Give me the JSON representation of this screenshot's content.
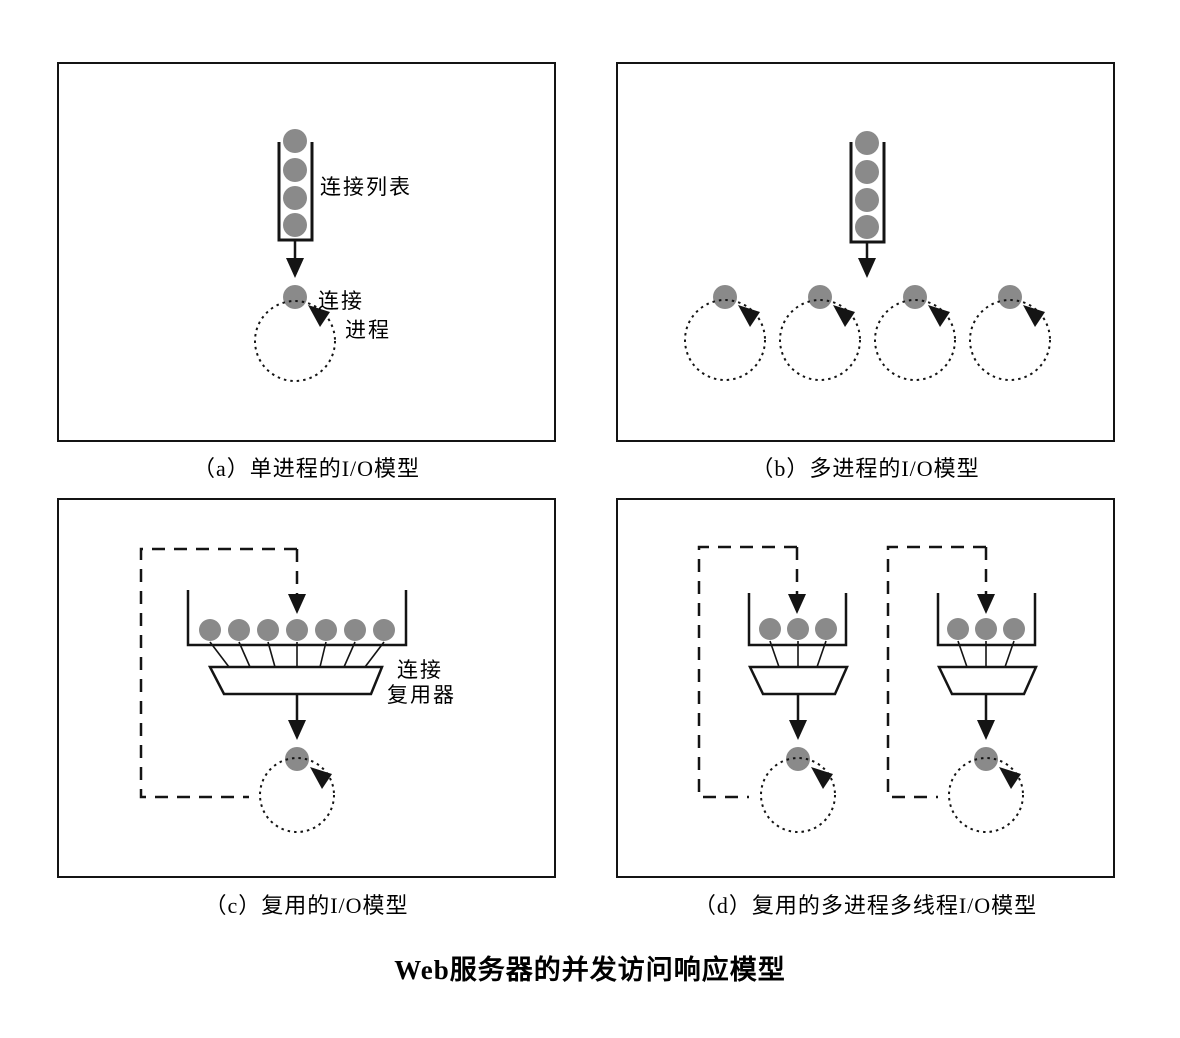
{
  "title": "Web服务器的并发访问响应模型",
  "panels": {
    "a": {
      "caption": "（a）单进程的I/O模型",
      "labels": {
        "queue": "连接列表",
        "connection": "连接",
        "process": "进程"
      }
    },
    "b": {
      "caption": "（b）多进程的I/O模型"
    },
    "c": {
      "caption": "（c）复用的I/O模型",
      "labels": {
        "mux_line1": "连接",
        "mux_line2": "复用器"
      }
    },
    "d": {
      "caption": "（d）复用的多进程多线程I/O模型"
    }
  },
  "colors": {
    "node_fill": "#8a8a8a",
    "line": "#141414",
    "background": "#ffffff"
  }
}
